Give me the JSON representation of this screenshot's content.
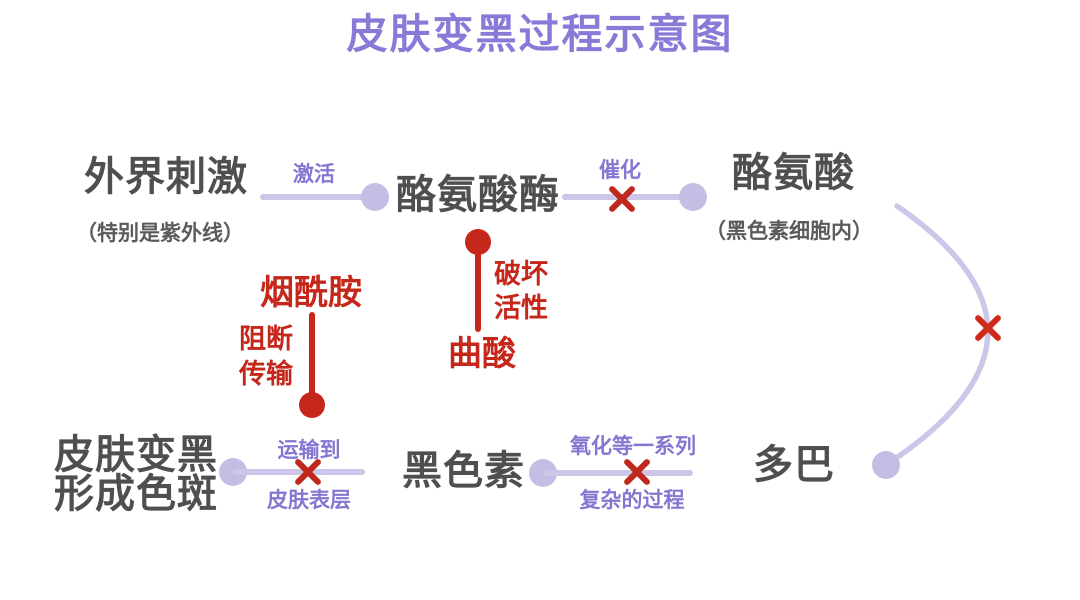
{
  "title": "皮肤变黑过程示意图",
  "colors": {
    "title_purple": "#8a7ad8",
    "label_purple": "#8476d1",
    "connector_lavender": "#ccc6e9",
    "inhibitor_red": "#c5271a",
    "node_text": "#4f4f51"
  },
  "nodes": {
    "stimulus": {
      "label": "外界刺激",
      "note": "（特别是紫外线）"
    },
    "tyrosinase": {
      "label": "酪氨酸酶"
    },
    "tyrosine": {
      "label": "酪氨酸",
      "note": "（黑色素细胞内）"
    },
    "dopa": {
      "label": "多巴"
    },
    "melanin": {
      "label": "黑色素"
    },
    "darkening": {
      "line1": "皮肤变黑",
      "line2": "形成色斑"
    }
  },
  "edges": {
    "activate": {
      "label": "激活"
    },
    "catalyze": {
      "label": "催化"
    },
    "oxidation": {
      "label_top": "氧化等一系列",
      "label_bottom": "复杂的过程"
    },
    "transport": {
      "label_top": "运输到",
      "label_bottom": "皮肤表层"
    }
  },
  "inhibitors": {
    "niacinamide": {
      "label": "烟酰胺",
      "action_line1": "阻断",
      "action_line2": "传输"
    },
    "kojic_acid": {
      "label": "曲酸",
      "action_line1": "破坏",
      "action_line2": "活性"
    }
  }
}
